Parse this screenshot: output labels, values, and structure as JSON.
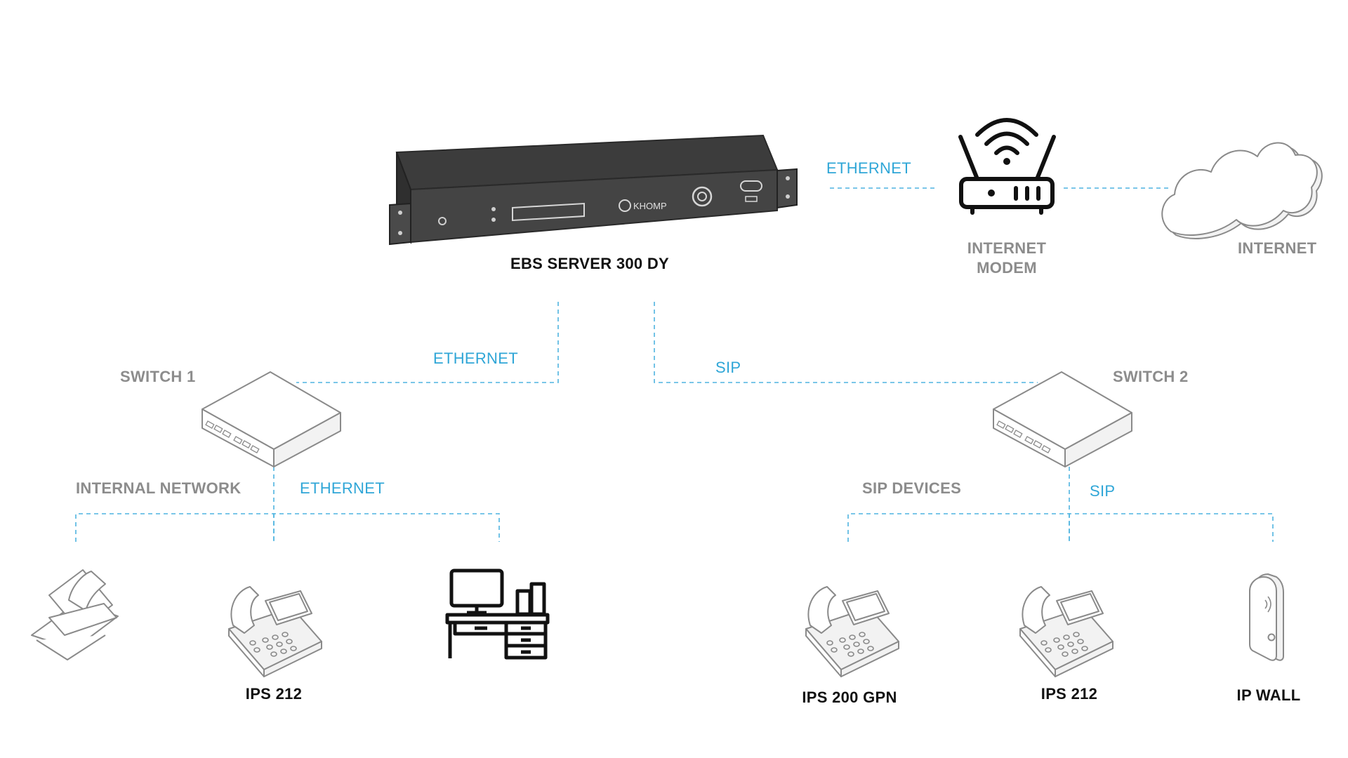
{
  "server": {
    "name": "EBS SERVER 300 DY",
    "brand": "KHOMP"
  },
  "modem": {
    "label_line1": "INTERNET",
    "label_line2": "MODEM"
  },
  "internet": {
    "label": "INTERNET"
  },
  "switch1": {
    "label": "SWITCH 1"
  },
  "switch2": {
    "label": "SWITCH 2"
  },
  "groups": {
    "internal_network": "INTERNAL NETWORK",
    "sip_devices": "SIP DEVICES"
  },
  "links": {
    "server_modem": "ETHERNET",
    "server_switch1": "ETHERNET",
    "server_switch2": "SIP",
    "switch1_devices": "ETHERNET",
    "switch2_devices": "SIP"
  },
  "devices": {
    "ips212_left": "IPS 212",
    "ips200gpn": "IPS 200 GPN",
    "ips212_right": "IPS 212",
    "ipwall": "IP WALL"
  },
  "colors": {
    "link": "#2fa6d7",
    "label_gray": "#8c8c8c",
    "label_dark": "#111111"
  }
}
